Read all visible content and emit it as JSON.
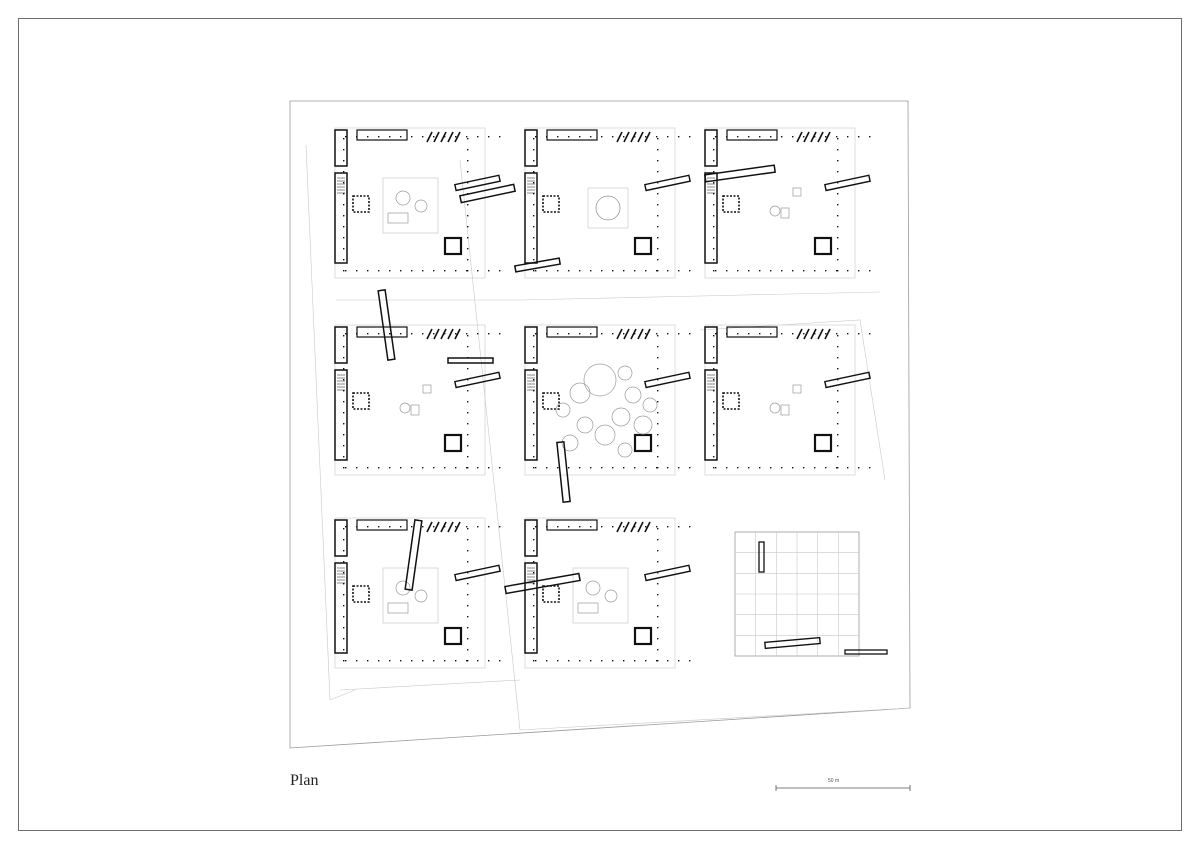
{
  "plan": {
    "title": "Plan",
    "scale_label": "50 m"
  },
  "colors": {
    "frame": "#6e6e6e",
    "ink": "#111111",
    "thin_line": "#9a9a9a",
    "faint_line": "#c8c8c8"
  },
  "blocks": [
    {
      "name": "block-top-left",
      "furniture": "table-cluster"
    },
    {
      "name": "block-top-center",
      "furniture": "round-table"
    },
    {
      "name": "block-top-right",
      "furniture": "small-tables"
    },
    {
      "name": "block-middle-left",
      "furniture": "small-tables"
    },
    {
      "name": "block-center-courtyard",
      "furniture": "circle-garden"
    },
    {
      "name": "block-middle-right",
      "furniture": "small-tables"
    },
    {
      "name": "block-bottom-left",
      "furniture": "table-cluster"
    },
    {
      "name": "block-bottom-center",
      "furniture": "table-cluster"
    },
    {
      "name": "block-bottom-right-grid",
      "furniture": "grid"
    }
  ]
}
